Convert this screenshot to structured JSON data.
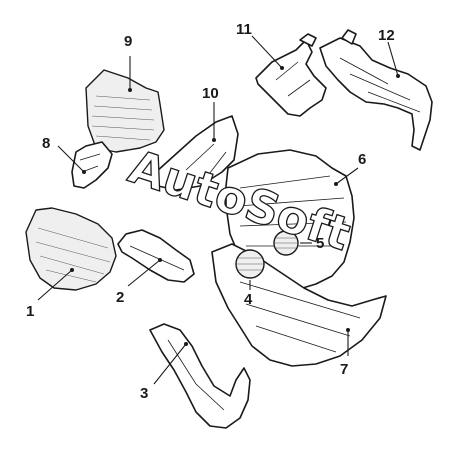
{
  "diagram": {
    "callouts": [
      {
        "id": "1",
        "label": "1"
      },
      {
        "id": "2",
        "label": "2"
      },
      {
        "id": "3",
        "label": "3"
      },
      {
        "id": "4",
        "label": "4"
      },
      {
        "id": "5",
        "label": "5"
      },
      {
        "id": "6",
        "label": "6"
      },
      {
        "id": "7",
        "label": "7"
      },
      {
        "id": "8",
        "label": "8"
      },
      {
        "id": "9",
        "label": "9"
      },
      {
        "id": "10",
        "label": "10"
      },
      {
        "id": "11",
        "label": "11"
      },
      {
        "id": "12",
        "label": "12"
      }
    ],
    "watermark": "AutoSoft",
    "colors": {
      "ink": "#1a1a1a",
      "background": "#ffffff"
    }
  }
}
